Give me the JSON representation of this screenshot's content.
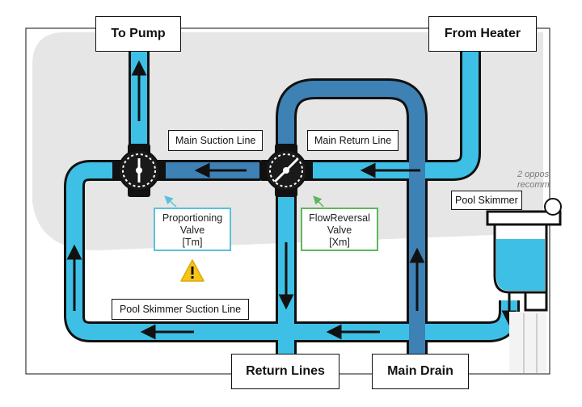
{
  "labels": {
    "to_pump": "To Pump",
    "from_heater": "From Heater",
    "main_suction_line": "Main Suction Line",
    "main_return_line": "Main Return Line",
    "pool_skimmer": "Pool Skimmer",
    "pool_skimmer_suction_line": "Pool Skimmer Suction Line",
    "return_lines": "Return Lines",
    "main_drain": "Main Drain"
  },
  "valves": {
    "proportioning": {
      "line1": "Proportioning",
      "line2": "Valve",
      "line3": "[Tm]",
      "color": "#5bc0de"
    },
    "flow_reversal": {
      "line1": "FlowReversal",
      "line2": "Valve",
      "line3": "[Xm]",
      "color": "#5cb85c"
    }
  },
  "note": {
    "line1": "2 oppos",
    "line2": "recomm"
  },
  "icons": {
    "warning": "warning-icon"
  },
  "colors": {
    "pipe_light": "#3ec0e6",
    "pipe_dark": "#3d81b5",
    "outline": "#111111",
    "pool_bg": "#e6e6e6",
    "warning": "#f5c518"
  }
}
